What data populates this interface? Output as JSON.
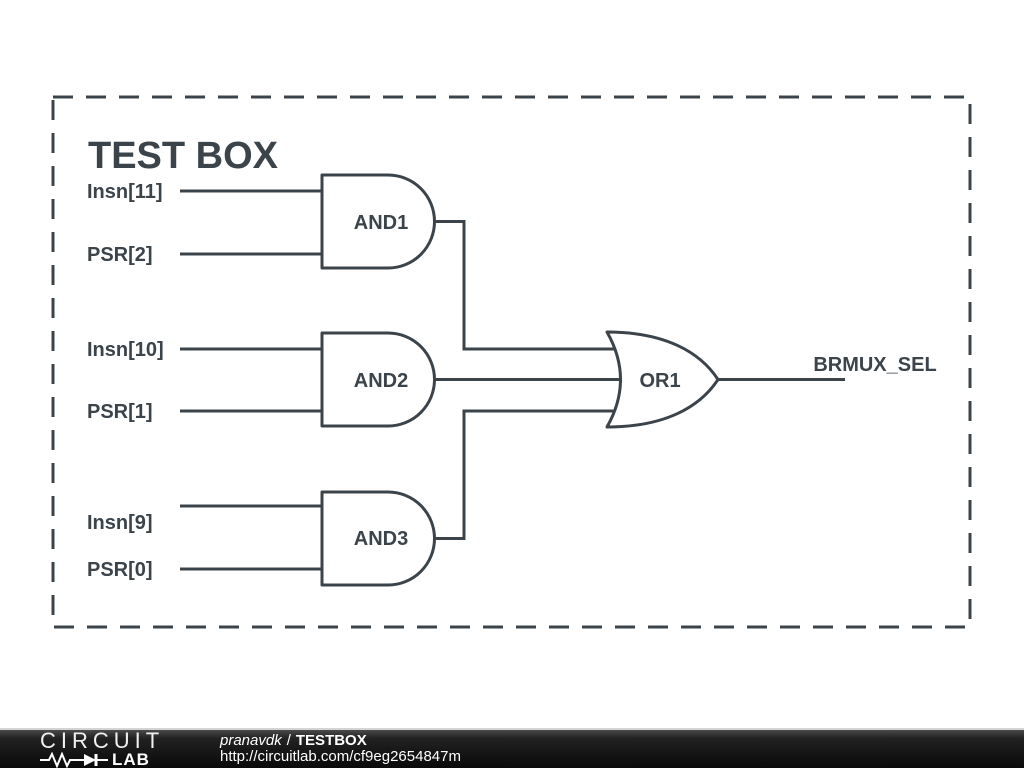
{
  "schematic": {
    "title": "TEST BOX",
    "ink_color": "#3b444b",
    "background_color": "#ffffff",
    "net_labels": {
      "insn11": "Insn[11]",
      "psr2": "PSR[2]",
      "insn10": "Insn[10]",
      "psr1": "PSR[1]",
      "insn9": "Insn[9]",
      "psr0": "PSR[0]",
      "output": "BRMUX_SEL"
    },
    "gates": [
      {
        "id": "AND1",
        "type": "AND",
        "label": "AND1",
        "inputs": [
          "Insn[11]",
          "PSR[2]"
        ],
        "output_to": "OR1"
      },
      {
        "id": "AND2",
        "type": "AND",
        "label": "AND2",
        "inputs": [
          "Insn[10]",
          "PSR[1]"
        ],
        "output_to": "OR1"
      },
      {
        "id": "AND3",
        "type": "AND",
        "label": "AND3",
        "inputs": [
          "Insn[9]",
          "PSR[0]"
        ],
        "output_to": "OR1"
      },
      {
        "id": "OR1",
        "type": "OR",
        "label": "OR1",
        "inputs": [
          "AND1",
          "AND2",
          "AND3"
        ],
        "output_to": "BRMUX_SEL"
      }
    ]
  },
  "footer": {
    "logo_line1": "CIRCUIT",
    "logo_line2": "LAB",
    "author": "pranavdk",
    "separator": "/",
    "project": "TESTBOX",
    "url": "http://circuitlab.com/cf9eg2654847m",
    "bar_color": "#1a1a1a",
    "text_color": "#ffffff"
  }
}
